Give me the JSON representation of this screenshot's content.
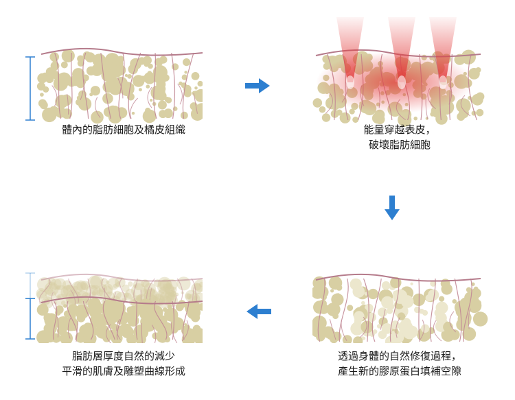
{
  "captions": {
    "step1": [
      "體內的脂肪細胞及橘皮組織"
    ],
    "step2": [
      "能量穿越表皮，",
      "破壞脂肪細胞"
    ],
    "step3": [
      "透過身體的自然修復過程，",
      "產生新的膠原蛋白填補空隙"
    ],
    "step4": [
      "脂肪層厚度自然的減少",
      "平滑的肌膚及雕塑曲線形成"
    ]
  },
  "colors": {
    "fat": "#d8cfa3",
    "fat_light": "#ece7cd",
    "skin_line": "#b57b8b",
    "fiber": "#c28a96",
    "arrow": "#2d7fd0",
    "scale": "#2d7fd0",
    "energy": "#e23a3a"
  },
  "icons": {
    "arrow_right": "arrow-right-icon",
    "arrow_down": "arrow-down-icon",
    "arrow_left": "arrow-left-icon"
  }
}
